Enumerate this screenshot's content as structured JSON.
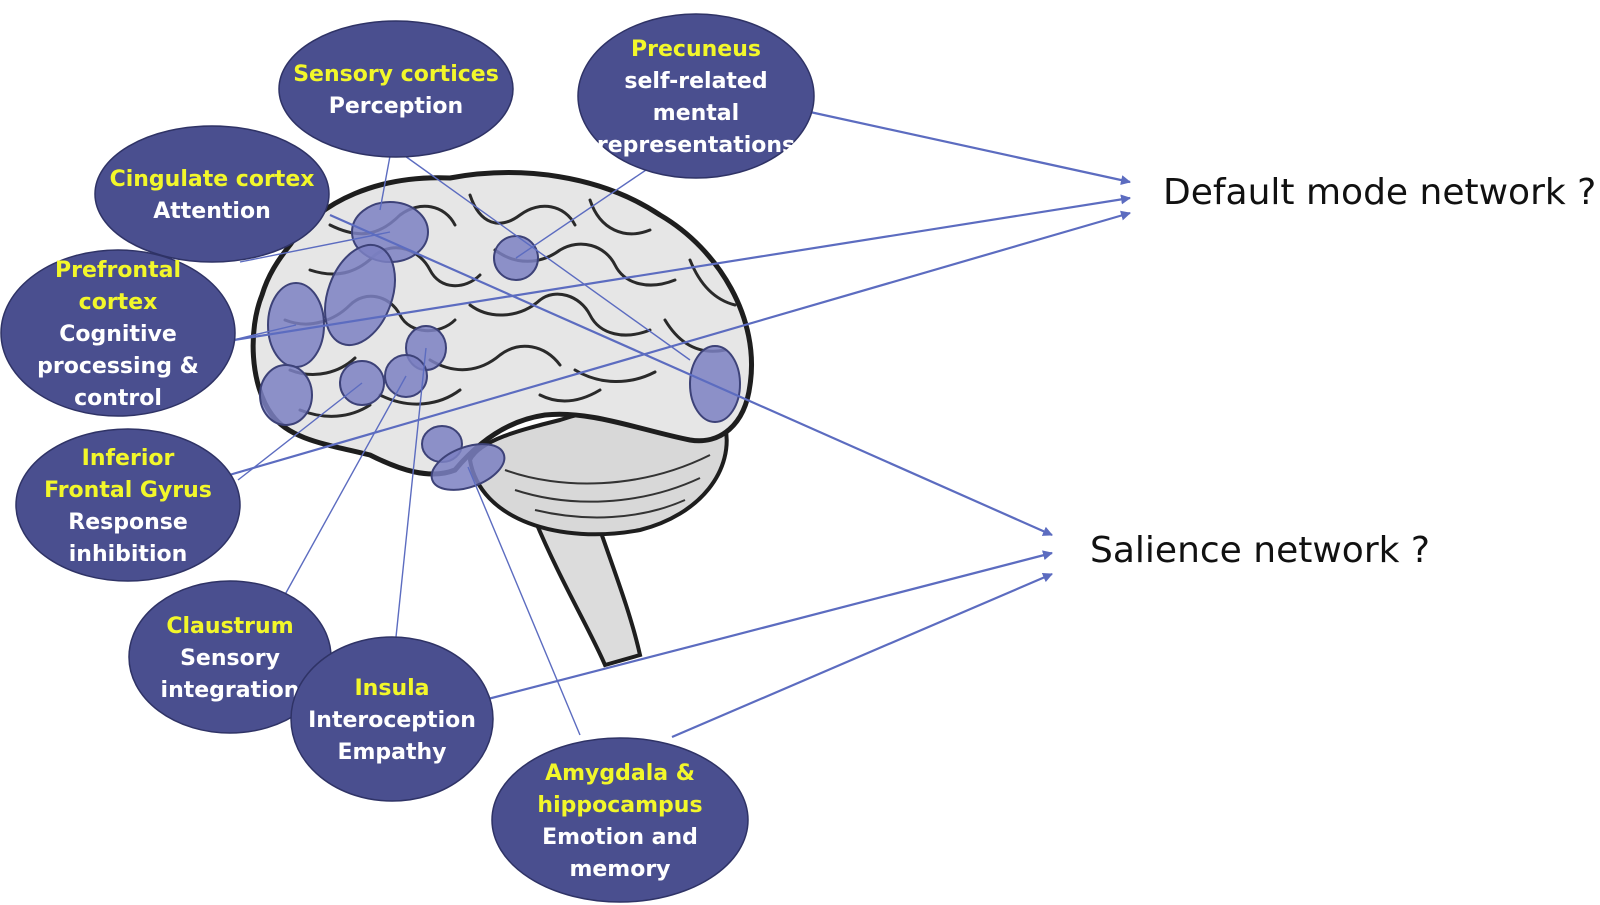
{
  "regions": [
    {
      "id": "precuneus",
      "title_lines": [
        "Precuneus"
      ],
      "desc_lines": [
        "self-related",
        "mental",
        "representations"
      ]
    },
    {
      "id": "sensory-cortices",
      "title_lines": [
        "Sensory cortices"
      ],
      "desc_lines": [
        "Perception"
      ]
    },
    {
      "id": "cingulate-cortex",
      "title_lines": [
        "Cingulate cortex"
      ],
      "desc_lines": [
        "Attention"
      ]
    },
    {
      "id": "prefrontal-cortex",
      "title_lines": [
        "Prefrontal",
        "cortex"
      ],
      "desc_lines": [
        "Cognitive",
        "processing &",
        "control"
      ]
    },
    {
      "id": "inferior-frontal-gyrus",
      "title_lines": [
        "Inferior",
        "Frontal Gyrus"
      ],
      "desc_lines": [
        "Response",
        "inhibition"
      ]
    },
    {
      "id": "claustrum",
      "title_lines": [
        "Claustrum"
      ],
      "desc_lines": [
        "Sensory",
        "integration"
      ]
    },
    {
      "id": "insula",
      "title_lines": [
        "Insula"
      ],
      "desc_lines": [
        "Interoception",
        "Empathy"
      ]
    },
    {
      "id": "amygdala-hippocampus",
      "title_lines": [
        "Amygdala &",
        "hippocampus"
      ],
      "desc_lines": [
        "Emotion and",
        "memory"
      ]
    }
  ],
  "networks": {
    "default_mode": "Default mode network ?",
    "salience": "Salience network ?"
  },
  "colors": {
    "oval_fill": "#4a4f8f",
    "title_text": "#f2f72a",
    "desc_text": "#ffffff",
    "highlight_fill": "#7b80c2",
    "arrow": "#5c6cc0",
    "brain_fill": "#e6e6e6",
    "brain_stroke": "#1e1e1e"
  }
}
